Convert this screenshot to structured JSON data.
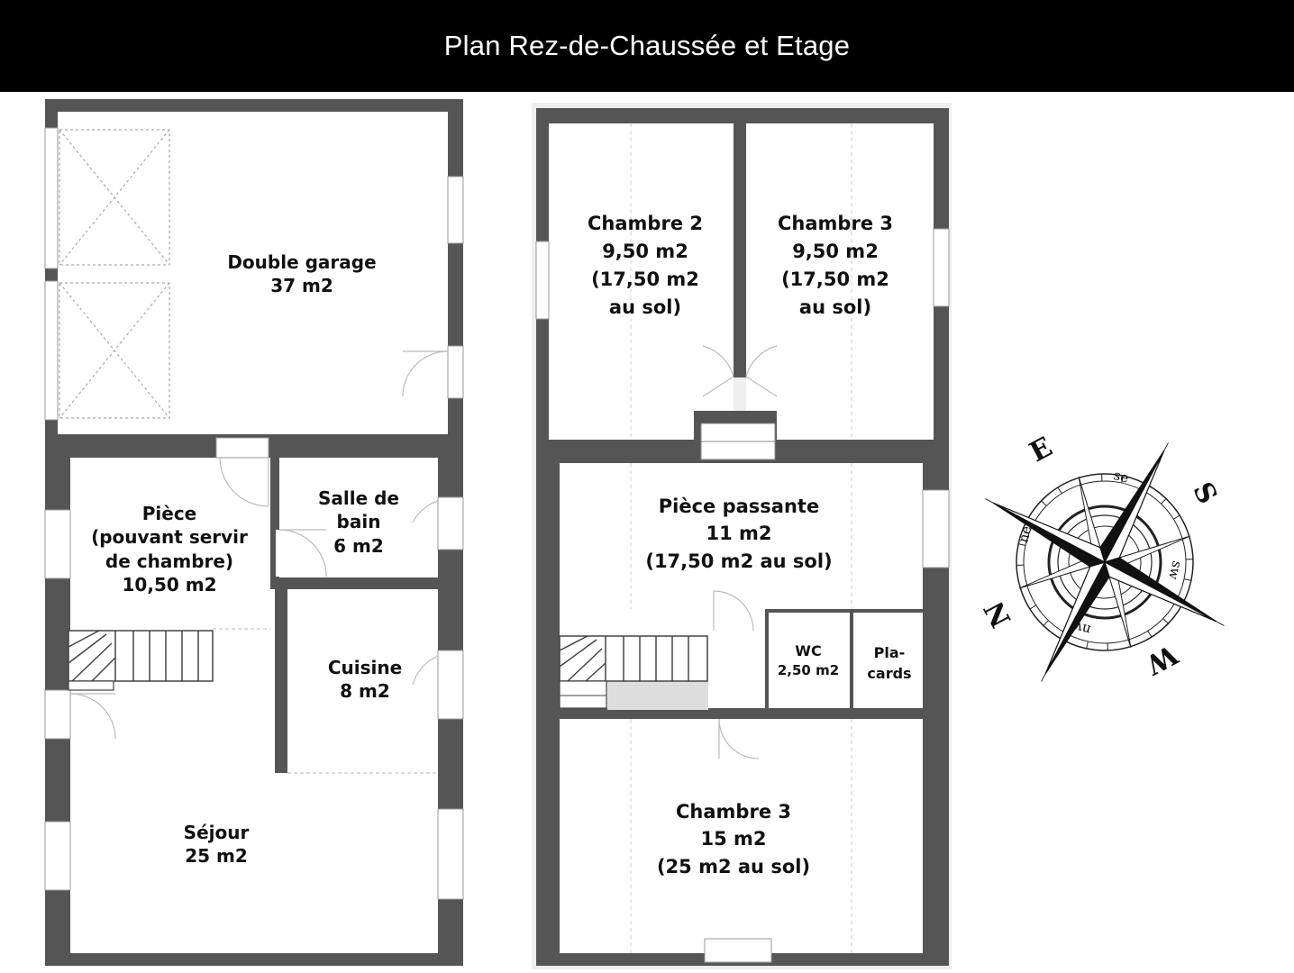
{
  "header": {
    "title": "Plan Rez-de-Chaussée et Etage"
  },
  "ground_floor": {
    "garage": {
      "name": "Double garage",
      "area": "37 m2"
    },
    "piece": {
      "line1": "Pièce",
      "line2": "(pouvant servir",
      "line3": "de chambre)",
      "area": "10,50 m2"
    },
    "salle_de_bain": {
      "line1": "Salle de",
      "line2": "bain",
      "area": "6 m2"
    },
    "cuisine": {
      "name": "Cuisine",
      "area": "8 m2"
    },
    "sejour": {
      "name": "Séjour",
      "area": "25 m2"
    }
  },
  "upper_floor": {
    "chambre2": {
      "name": "Chambre 2",
      "area": "9,50 m2",
      "floor_area_1": "(17,50 m2",
      "floor_area_2": "au sol)"
    },
    "chambre3_top": {
      "name": "Chambre 3",
      "area": "9,50 m2",
      "floor_area_1": "(17,50 m2",
      "floor_area_2": "au sol)"
    },
    "piece_passante": {
      "name": "Pièce passante",
      "area": "11 m2",
      "floor_area": "(17,50 m2 au sol)"
    },
    "wc": {
      "name": "WC",
      "area": "2,50 m2"
    },
    "placards": {
      "line1": "Pla-",
      "line2": "cards"
    },
    "chambre3_bottom": {
      "name": "Chambre 3",
      "area": "15 m2",
      "floor_area": "(25 m2 au sol)"
    }
  },
  "compass": {
    "icon": "compass-rose-icon",
    "cardinal": {
      "east": "E",
      "south": "S",
      "west": "W",
      "north": "N"
    },
    "intercardinal": {
      "se": "se",
      "sw": "sw",
      "nw": "nw",
      "ne": "ne"
    }
  },
  "colors": {
    "wall": "#555555",
    "banner": "#000000",
    "banner_text": "#ffffff"
  }
}
